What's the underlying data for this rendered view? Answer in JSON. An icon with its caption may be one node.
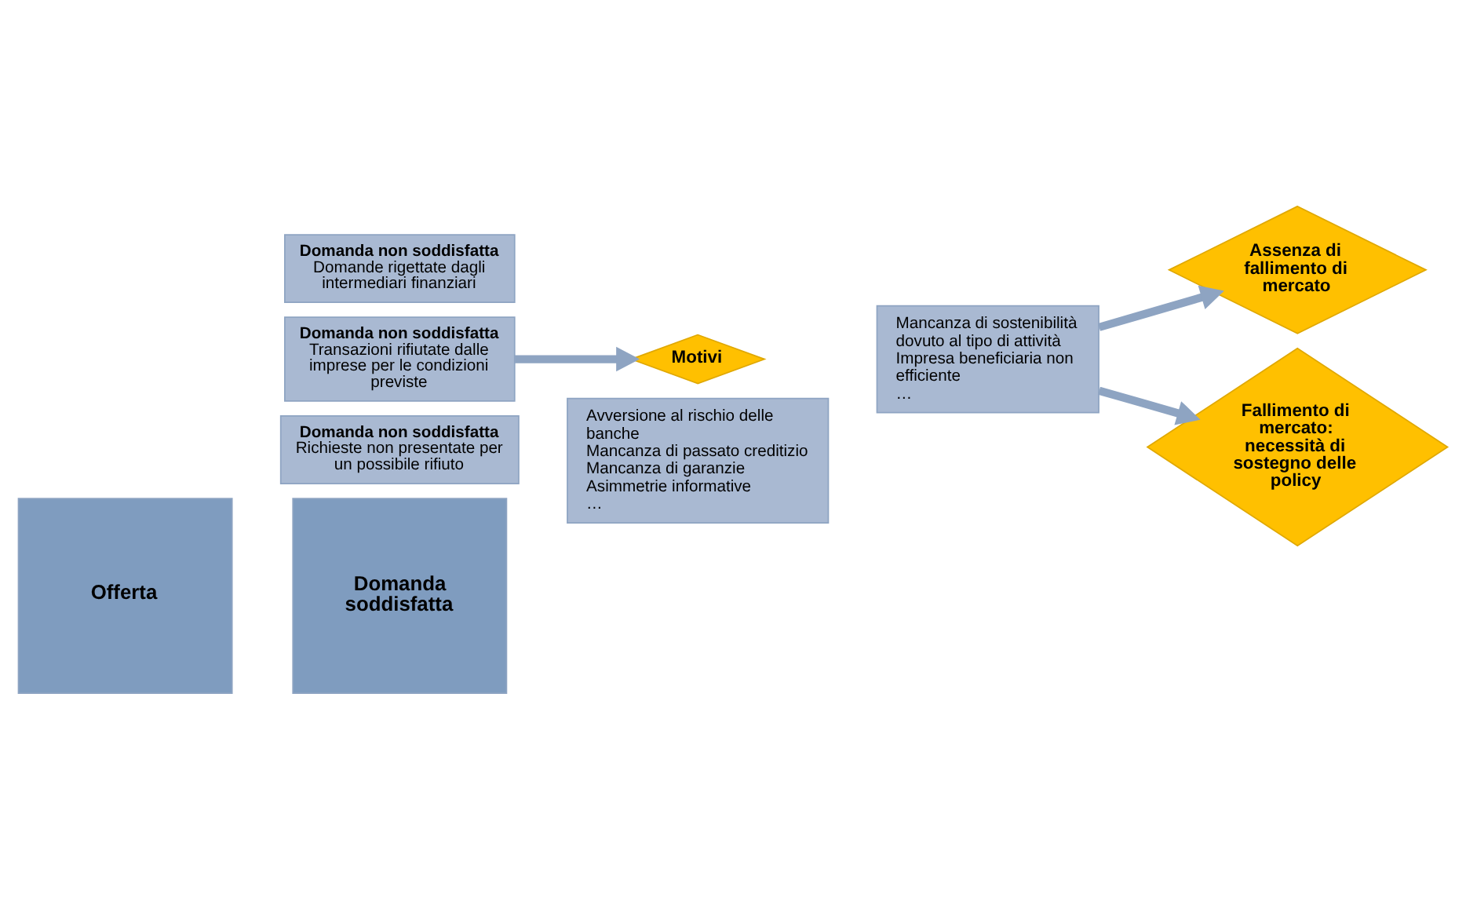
{
  "diagram": {
    "nodes": [
      {
        "text": [
          "Offerta"
        ]
      },
      {
        "text": [
          "Domanda soddisfatta"
        ]
      },
      {
        "text": [
          "Domanda non soddisfatta",
          "Domande rigettate dagli intermediari finanziari"
        ]
      },
      {
        "text": [
          "Domanda non soddisfatta",
          "Transazioni rifiutate dalle imprese per le condizioni previste"
        ]
      },
      {
        "text": [
          "Domanda non soddisfatta",
          "Richieste non presentate per un possibile rifiuto"
        ]
      },
      {
        "text": [
          "Motivi"
        ]
      },
      {
        "text": [
          "Avversione al rischio delle banche",
          "Mancanza di passato creditizio",
          "Mancanza di garanzie",
          "Asimmetrie informative",
          "…"
        ]
      },
      {
        "text": [
          "Mancanza di sostenibilità dovuto al tipo di attività",
          "Impresa beneficiaria non efficiente",
          "…"
        ]
      },
      {
        "text": [
          "Assenza di fallimento di mercato"
        ]
      },
      {
        "text": [
          "Fallimento di mercato: necessità di sostegno delle policy"
        ]
      }
    ],
    "edges": [
      {
        "from": 3,
        "to": 5,
        "arrow": "to"
      },
      {
        "from": 7,
        "to": 8,
        "arrow": "to"
      },
      {
        "from": 7,
        "to": 9,
        "arrow": "to"
      }
    ]
  }
}
